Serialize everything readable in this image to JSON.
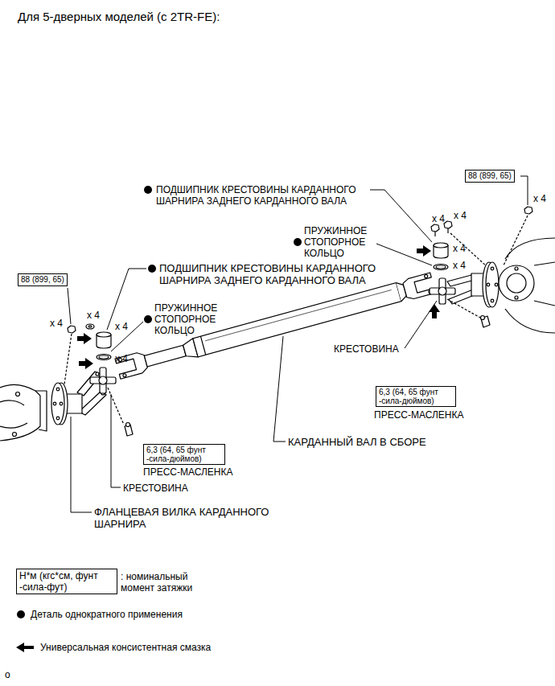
{
  "diagram": {
    "title": "Для 5-дверных моделей (с 2TR-FE):",
    "nodes": [
      {
        "text": [
          "88 (899, 65)"
        ]
      },
      {
        "text": [
          "88 (899, 65)"
        ]
      },
      {
        "text": [
          "6,3 (64, 65 фунт -сила-дюймов)"
        ]
      },
      {
        "text": [
          "6,3 (64, 65 фунт -сила-дюймов)"
        ]
      },
      {
        "text": [
          "Н*м (кгс*см, фунт -сила-фут)"
        ]
      }
    ],
    "labels": [
      "ПОДШИПНИК КРЕСТОВИНЫ КАРДАННОГО ШАРНИРА ЗАДНЕГО КАРДАННОГО ВАЛА",
      "x 4",
      "x 4",
      "ПРУЖИННОЕ СТОПОРНОЕ КОЛЬЦО",
      "x 4",
      "x 4",
      "x 4",
      "ПОДШИПНИК КРЕСТОВИНЫ КАРДАННОГО ШАРНИРА ЗАДНЕГО КАРДАННОГО ВАЛА",
      "x 4",
      "x 4",
      "ПРУЖИННОЕ СТОПОРНОЕ КОЛЬЦО",
      "x 4",
      "x 4",
      "КРЕСТОВИНА",
      "ПРЕСС-МАСЛЕНКА",
      "КАРДАННЫЙ ВАЛ В СБОРЕ",
      "ПРЕСС-МАСЛЕНКА",
      "КРЕСТОВИНА",
      "ФЛАНЦЕВАЯ ВИЛКА КАРДАННОГО ШАРНИРА",
      "o"
    ],
    "legend": [
      {
        "text": ": номинальный момент затяжки"
      },
      {
        "text": "Деталь однократного применения"
      },
      {
        "text": "Универсальная консистентная смазка"
      }
    ]
  }
}
